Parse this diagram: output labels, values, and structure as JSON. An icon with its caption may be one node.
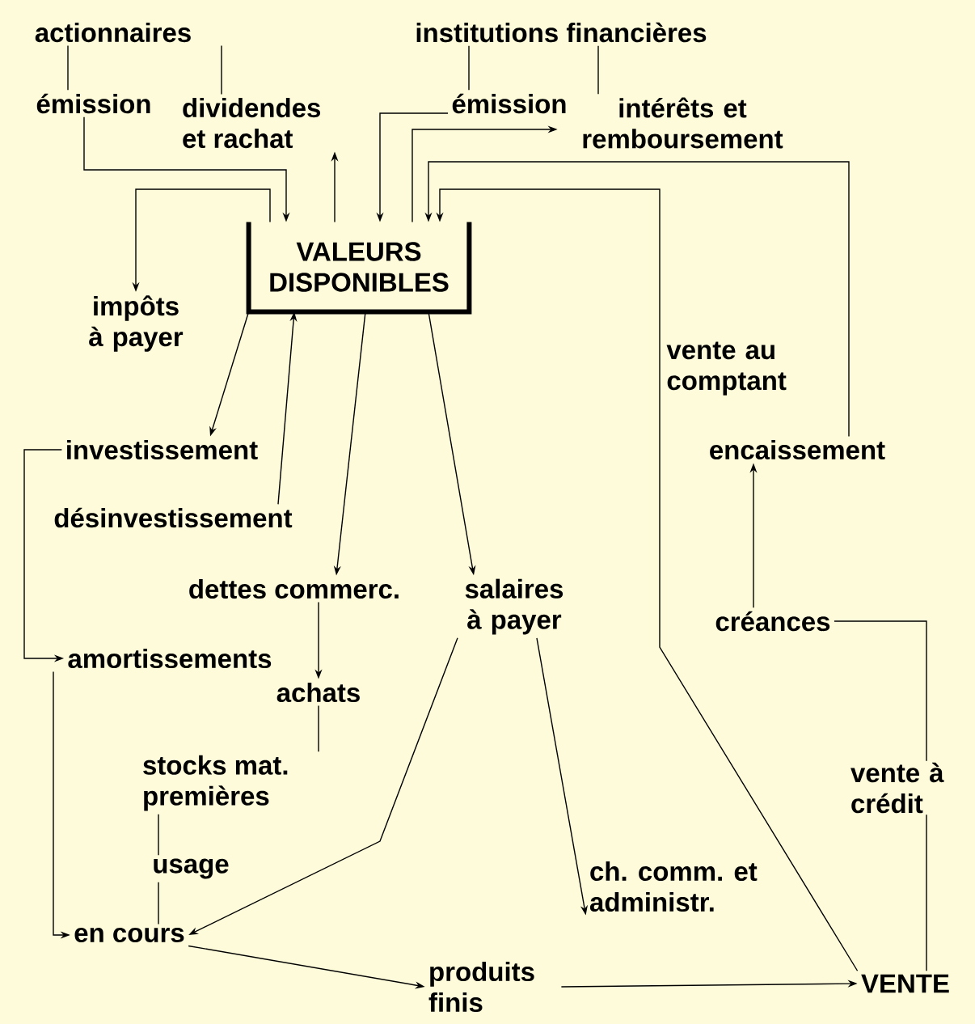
{
  "diagram": {
    "nodes": [
      {
        "text": [
          "actionnaires"
        ]
      },
      {
        "text": [
          "institutions financières"
        ]
      },
      {
        "text": [
          "émission"
        ]
      },
      {
        "text": [
          "dividendes et rachat"
        ]
      },
      {
        "text": [
          "émission"
        ]
      },
      {
        "text": [
          "intérêts et remboursement"
        ]
      },
      {
        "text": [
          "VALEURS DISPONIBLES"
        ]
      },
      {
        "text": [
          "impôts à payer"
        ]
      },
      {
        "text": [
          "investissement"
        ]
      },
      {
        "text": [
          "encaissement"
        ]
      },
      {
        "text": [
          "désinvestissement"
        ]
      },
      {
        "text": [
          "dettes commerc."
        ]
      },
      {
        "text": [
          "salaires à payer"
        ]
      },
      {
        "text": [
          "créances"
        ]
      },
      {
        "text": [
          "amortissements"
        ]
      },
      {
        "text": [
          "achats"
        ]
      },
      {
        "text": [
          "stocks mat. premières"
        ]
      },
      {
        "text": [
          "usage"
        ]
      },
      {
        "text": [
          "ch. comm. et administr."
        ]
      },
      {
        "text": [
          "en cours"
        ]
      },
      {
        "text": [
          "produits finis"
        ]
      },
      {
        "text": [
          "VENTE"
        ]
      }
    ],
    "edges": [
      {
        "from": 0,
        "to": 2,
        "arrow": "none"
      },
      {
        "from": 0,
        "to": 3,
        "arrow": "none"
      },
      {
        "from": 1,
        "to": 4,
        "arrow": "none"
      },
      {
        "from": 1,
        "to": 5,
        "arrow": "none"
      },
      {
        "from": 2,
        "to": 6,
        "arrow": "to"
      },
      {
        "from": 6,
        "to": 3,
        "arrow": "to"
      },
      {
        "from": 4,
        "to": 6,
        "arrow": "to"
      },
      {
        "from": 6,
        "to": 5,
        "arrow": "to"
      },
      {
        "from": 9,
        "to": 6,
        "arrow": "to"
      },
      {
        "from": 21,
        "to": 6,
        "arrow": "to",
        "label": "vente au comptant"
      },
      {
        "from": 6,
        "to": 7,
        "arrow": "to"
      },
      {
        "from": 6,
        "to": 8,
        "arrow": "to"
      },
      {
        "from": 10,
        "to": 6,
        "arrow": "to"
      },
      {
        "from": 6,
        "to": 11,
        "arrow": "to"
      },
      {
        "from": 6,
        "to": 12,
        "arrow": "to"
      },
      {
        "from": 8,
        "to": 14,
        "arrow": "to"
      },
      {
        "from": 11,
        "to": 15,
        "arrow": "to"
      },
      {
        "from": 15,
        "to": 16,
        "arrow": "none"
      },
      {
        "from": 16,
        "to": 17,
        "arrow": "none"
      },
      {
        "from": 17,
        "to": 19,
        "arrow": "none"
      },
      {
        "from": 14,
        "to": 19,
        "arrow": "to"
      },
      {
        "from": 12,
        "to": 19,
        "arrow": "to"
      },
      {
        "from": 12,
        "to": 18,
        "arrow": "to"
      },
      {
        "from": 19,
        "to": 20,
        "arrow": "to"
      },
      {
        "from": 20,
        "to": 21,
        "arrow": "to"
      },
      {
        "from": 21,
        "to": 13,
        "arrow": "none",
        "label": "vente à crédit"
      },
      {
        "from": 13,
        "to": 9,
        "arrow": "to"
      }
    ]
  }
}
